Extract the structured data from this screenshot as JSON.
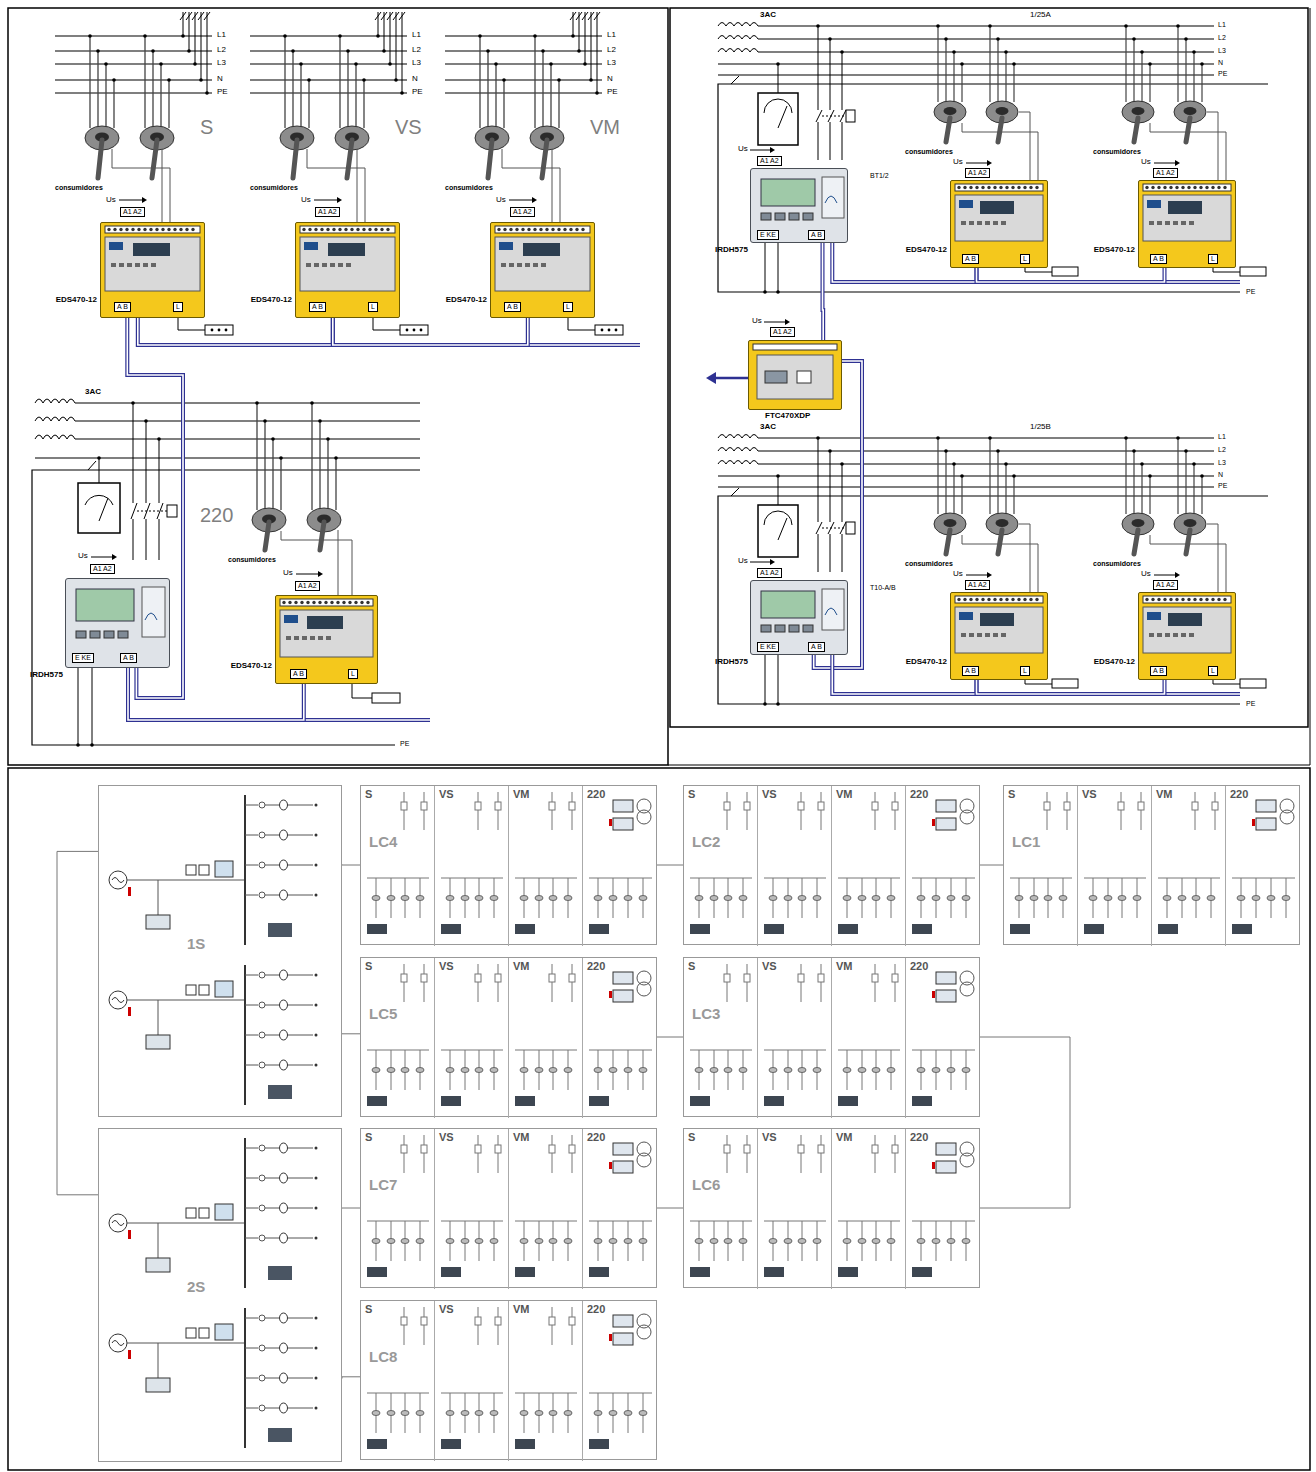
{
  "diagram": {
    "nodes": [
      {
        "text": [
          "EDS470-12"
        ]
      },
      {
        "text": [
          "EDS470-12"
        ]
      },
      {
        "text": [
          "EDS470-12"
        ]
      },
      {
        "text": [
          "IRDH575"
        ]
      },
      {
        "text": [
          "EDS470-12"
        ]
      },
      {
        "text": [
          "IRDH575"
        ]
      },
      {
        "text": [
          "EDS470-12"
        ]
      },
      {
        "text": [
          "EDS470-12"
        ]
      },
      {
        "text": [
          "FTC470XDP"
        ]
      },
      {
        "text": [
          "IRDH575"
        ]
      },
      {
        "text": [
          "EDS470-12"
        ]
      },
      {
        "text": [
          "EDS470-12"
        ]
      },
      {
        "text": [
          "1S"
        ]
      },
      {
        "text": [
          "LC4"
        ]
      },
      {
        "text": [
          "S"
        ],
        "in": 13
      },
      {
        "text": [
          "VS"
        ],
        "in": 13
      },
      {
        "text": [
          "VM"
        ],
        "in": 13
      },
      {
        "text": [
          "220"
        ],
        "in": 13
      },
      {
        "text": [
          "LC2"
        ]
      },
      {
        "text": [
          "S"
        ],
        "in": 18
      },
      {
        "text": [
          "VS"
        ],
        "in": 18
      },
      {
        "text": [
          "VM"
        ],
        "in": 18
      },
      {
        "text": [
          "220"
        ],
        "in": 18
      },
      {
        "text": [
          "LC1"
        ]
      },
      {
        "text": [
          "S"
        ],
        "in": 23
      },
      {
        "text": [
          "VS"
        ],
        "in": 23
      },
      {
        "text": [
          "VM"
        ],
        "in": 23
      },
      {
        "text": [
          "220"
        ],
        "in": 23
      },
      {
        "text": [
          "LC5"
        ]
      },
      {
        "text": [
          "S"
        ],
        "in": 28
      },
      {
        "text": [
          "VS"
        ],
        "in": 28
      },
      {
        "text": [
          "VM"
        ],
        "in": 28
      },
      {
        "text": [
          "220"
        ],
        "in": 28
      },
      {
        "text": [
          "LC3"
        ]
      },
      {
        "text": [
          "S"
        ],
        "in": 33
      },
      {
        "text": [
          "VS"
        ],
        "in": 33
      },
      {
        "text": [
          "VM"
        ],
        "in": 33
      },
      {
        "text": [
          "220"
        ],
        "in": 33
      },
      {
        "text": [
          "2S"
        ]
      },
      {
        "text": [
          "LC7"
        ]
      },
      {
        "text": [
          "S"
        ],
        "in": 39
      },
      {
        "text": [
          "VS"
        ],
        "in": 39
      },
      {
        "text": [
          "VM"
        ],
        "in": 39
      },
      {
        "text": [
          "220"
        ],
        "in": 39
      },
      {
        "text": [
          "LC6"
        ]
      },
      {
        "text": [
          "S"
        ],
        "in": 44
      },
      {
        "text": [
          "VS"
        ],
        "in": 44
      },
      {
        "text": [
          "VM"
        ],
        "in": 44
      },
      {
        "text": [
          "220"
        ],
        "in": 44
      },
      {
        "text": [
          "LC8"
        ]
      },
      {
        "text": [
          "S"
        ],
        "in": 49
      },
      {
        "text": [
          "VS"
        ],
        "in": 49
      },
      {
        "text": [
          "VM"
        ],
        "in": 49
      },
      {
        "text": [
          "220"
        ],
        "in": 49
      }
    ],
    "edges": [
      {
        "from": 0,
        "to": 1,
        "arrow": "none"
      },
      {
        "from": 1,
        "to": 2,
        "arrow": "none"
      },
      {
        "from": 0,
        "to": 3,
        "arrow": "none"
      },
      {
        "from": 3,
        "to": 4,
        "arrow": "none"
      },
      {
        "from": 5,
        "to": 6,
        "arrow": "none"
      },
      {
        "from": 6,
        "to": 7,
        "arrow": "none"
      },
      {
        "from": 5,
        "to": 8,
        "arrow": "none"
      },
      {
        "from": 8,
        "to": 9,
        "arrow": "none"
      },
      {
        "from": 9,
        "to": 10,
        "arrow": "none"
      },
      {
        "from": 10,
        "to": 11,
        "arrow": "none"
      },
      {
        "from": 12,
        "to": 13,
        "arrow": "none"
      },
      {
        "from": 13,
        "to": 18,
        "arrow": "none"
      },
      {
        "from": 18,
        "to": 23,
        "arrow": "none"
      },
      {
        "from": 12,
        "to": 28,
        "arrow": "none"
      },
      {
        "from": 28,
        "to": 33,
        "arrow": "none"
      },
      {
        "from": 12,
        "to": 38,
        "arrow": "none"
      },
      {
        "from": 38,
        "to": 39,
        "arrow": "none"
      },
      {
        "from": 39,
        "to": 44,
        "arrow": "none"
      },
      {
        "from": 38,
        "to": 49,
        "arrow": "none"
      },
      {
        "from": 33,
        "to": 44,
        "arrow": "none"
      }
    ],
    "labels": [
      "L1",
      "L2",
      "L3",
      "N",
      "PE",
      "S",
      "consumidores",
      "Us",
      "A1 A2",
      "A B",
      "L",
      "L1",
      "L2",
      "L3",
      "N",
      "PE",
      "VS",
      "consumidores",
      "Us",
      "A1 A2",
      "A B",
      "L",
      "L1",
      "L2",
      "L3",
      "N",
      "PE",
      "VM",
      "consumidores",
      "Us",
      "A1 A2",
      "A B",
      "L",
      "3AC",
      "220",
      "consumidores",
      "Us",
      "A1 A2",
      "A B",
      "L",
      "Us",
      "A1 A2",
      "E KE",
      "A B",
      "PE",
      "3AC",
      "1/25A",
      "L1",
      "L2",
      "L3",
      "N",
      "PE",
      "Us",
      "A1 A2",
      "BT1/2",
      "E KE",
      "A B",
      "consumidores",
      "Us",
      "A1 A2",
      "A B",
      "L",
      "consumidores",
      "Us",
      "A1 A2",
      "A B",
      "L",
      "PE",
      "Us",
      "A1 A2",
      "3AC",
      "1/25B",
      "L1",
      "L2",
      "L3",
      "N",
      "PE",
      "Us",
      "A1 A2",
      "T10-A/B",
      "E KE",
      "A B",
      "consumidores",
      "Us",
      "A1 A2",
      "A B",
      "L",
      "consumidores",
      "Us",
      "A1 A2",
      "A B",
      "L",
      "PE"
    ]
  }
}
